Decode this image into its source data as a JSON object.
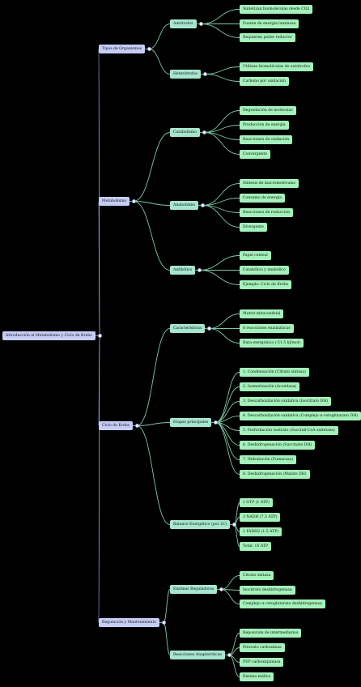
{
  "mindmap": {
    "root": {
      "label": "Introducción al Metabolismo y Ciclo de Krebs",
      "children": [
        {
          "label": "Tipos de Organismos",
          "children": [
            {
              "label": "Autótrofos",
              "children": [
                {
                  "label": "Sintetizan biomoléculas desde CO2"
                },
                {
                  "label": "Fuente de energía luminosa"
                },
                {
                  "label": "Requieren poder reductor"
                }
              ]
            },
            {
              "label": "Heterótrofos",
              "children": [
                {
                  "label": "Utilizan biomoléculas de autótrofos"
                },
                {
                  "label": "Carbono por oxidación"
                }
              ]
            }
          ]
        },
        {
          "label": "Metabolismo",
          "children": [
            {
              "label": "Catabolismo",
              "children": [
                {
                  "label": "Degradación de moléculas"
                },
                {
                  "label": "Producción de energía"
                },
                {
                  "label": "Reacciones de oxidación"
                },
                {
                  "label": "Convergente"
                }
              ]
            },
            {
              "label": "Anabolismo",
              "children": [
                {
                  "label": "Síntesis de macromoléculas"
                },
                {
                  "label": "Consumo de energía"
                },
                {
                  "label": "Reacciones de reducción"
                },
                {
                  "label": "Divergente"
                }
              ]
            },
            {
              "label": "Anfibólico",
              "children": [
                {
                  "label": "Papel central"
                },
                {
                  "label": "Catabólico y anabólico"
                },
                {
                  "label": "Ejemplo: Ciclo de Krebs"
                }
              ]
            }
          ]
        },
        {
          "label": "Ciclo de Krebs",
          "children": [
            {
              "label": "Características",
              "children": [
                {
                  "label": "Matriz mitocondrial"
                },
                {
                  "label": "8 reacciones enzimáticas"
                },
                {
                  "label": "Ruta exergónica (-51.5 kJ/mol)"
                }
              ]
            },
            {
              "label": "Etapas principales",
              "children": [
                {
                  "label": "1. Condensación (Citrato sintasa)"
                },
                {
                  "label": "2. Isomerización (Aconitasa)"
                },
                {
                  "label": "3. Descarboxilación oxidativa (Isocitrato DH)"
                },
                {
                  "label": "4. Descarboxilación oxidativa (Complejo α-cetoglutarato DH)"
                },
                {
                  "label": "5. Fosforilación sustrato (Succinil-CoA sintetasa)"
                },
                {
                  "label": "6. Deshidrogenación (Succinato DH)"
                },
                {
                  "label": "7. Hidratación (Fumarasa)"
                },
                {
                  "label": "8. Deshidrogenación (Malato DH)"
                }
              ]
            },
            {
              "label": "Balance Energético (por 2C)",
              "children": [
                {
                  "label": "1 GTP (1 ATP)"
                },
                {
                  "label": "3 NADH (7.5 ATP)"
                },
                {
                  "label": "1 FADH2 (1.5 ATP)"
                },
                {
                  "label": "Total: 10 ATP"
                }
              ]
            }
          ]
        },
        {
          "label": "Regulación y Mantenimiento",
          "children": [
            {
              "label": "Enzimas Reguladoras",
              "children": [
                {
                  "label": "Citrato sintasa"
                },
                {
                  "label": "Isocitrato deshidrogenasa"
                },
                {
                  "label": "Complejo α-cetoglutarato deshidrogenasa"
                }
              ]
            },
            {
              "label": "Reacciones Anapleróticas",
              "children": [
                {
                  "label": "Reposición de intermediarios"
                },
                {
                  "label": "Piruvato carboxilasa"
                },
                {
                  "label": "PEP carboxiquinasa"
                },
                {
                  "label": "Enzima málica"
                }
              ]
            }
          ]
        }
      ]
    }
  },
  "colors": {
    "background": "#000000",
    "root_fill": "#c5cdf7",
    "level1_fill": "#c5cdf7",
    "level2_fill": "#a6e6cf",
    "leaf_fill": "#a4f2bb",
    "link_upper": "#8f9ad6",
    "link_lower": "#7bc9a4"
  }
}
